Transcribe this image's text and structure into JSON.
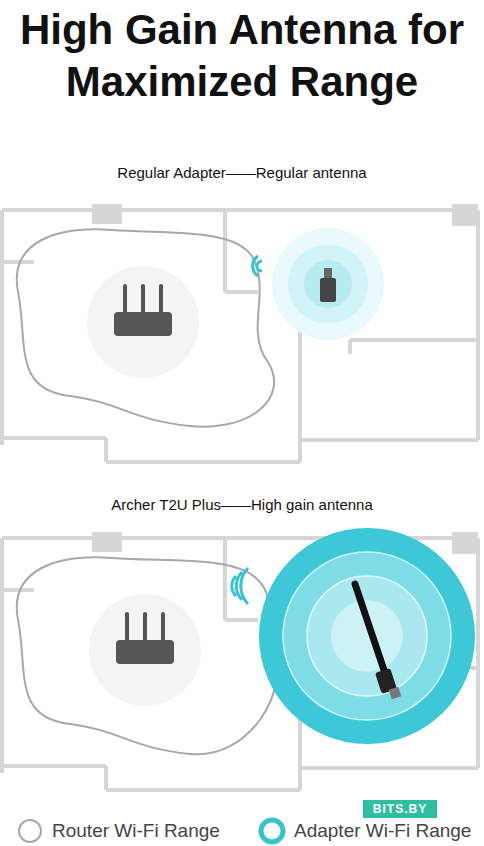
{
  "diagram": {
    "title": "High Gain Antenna for Maximized Range",
    "labels": [
      "Regular Adapter——Regular antenna",
      "Archer T2U Plus——High gain antenna",
      "BITS.BY"
    ],
    "legend": [
      {
        "text": "Router Wi-Fi Range",
        "color": "#a8a8a8"
      },
      {
        "text": "Adapter Wi-Fi Range",
        "color": "#35c3d1"
      }
    ]
  }
}
